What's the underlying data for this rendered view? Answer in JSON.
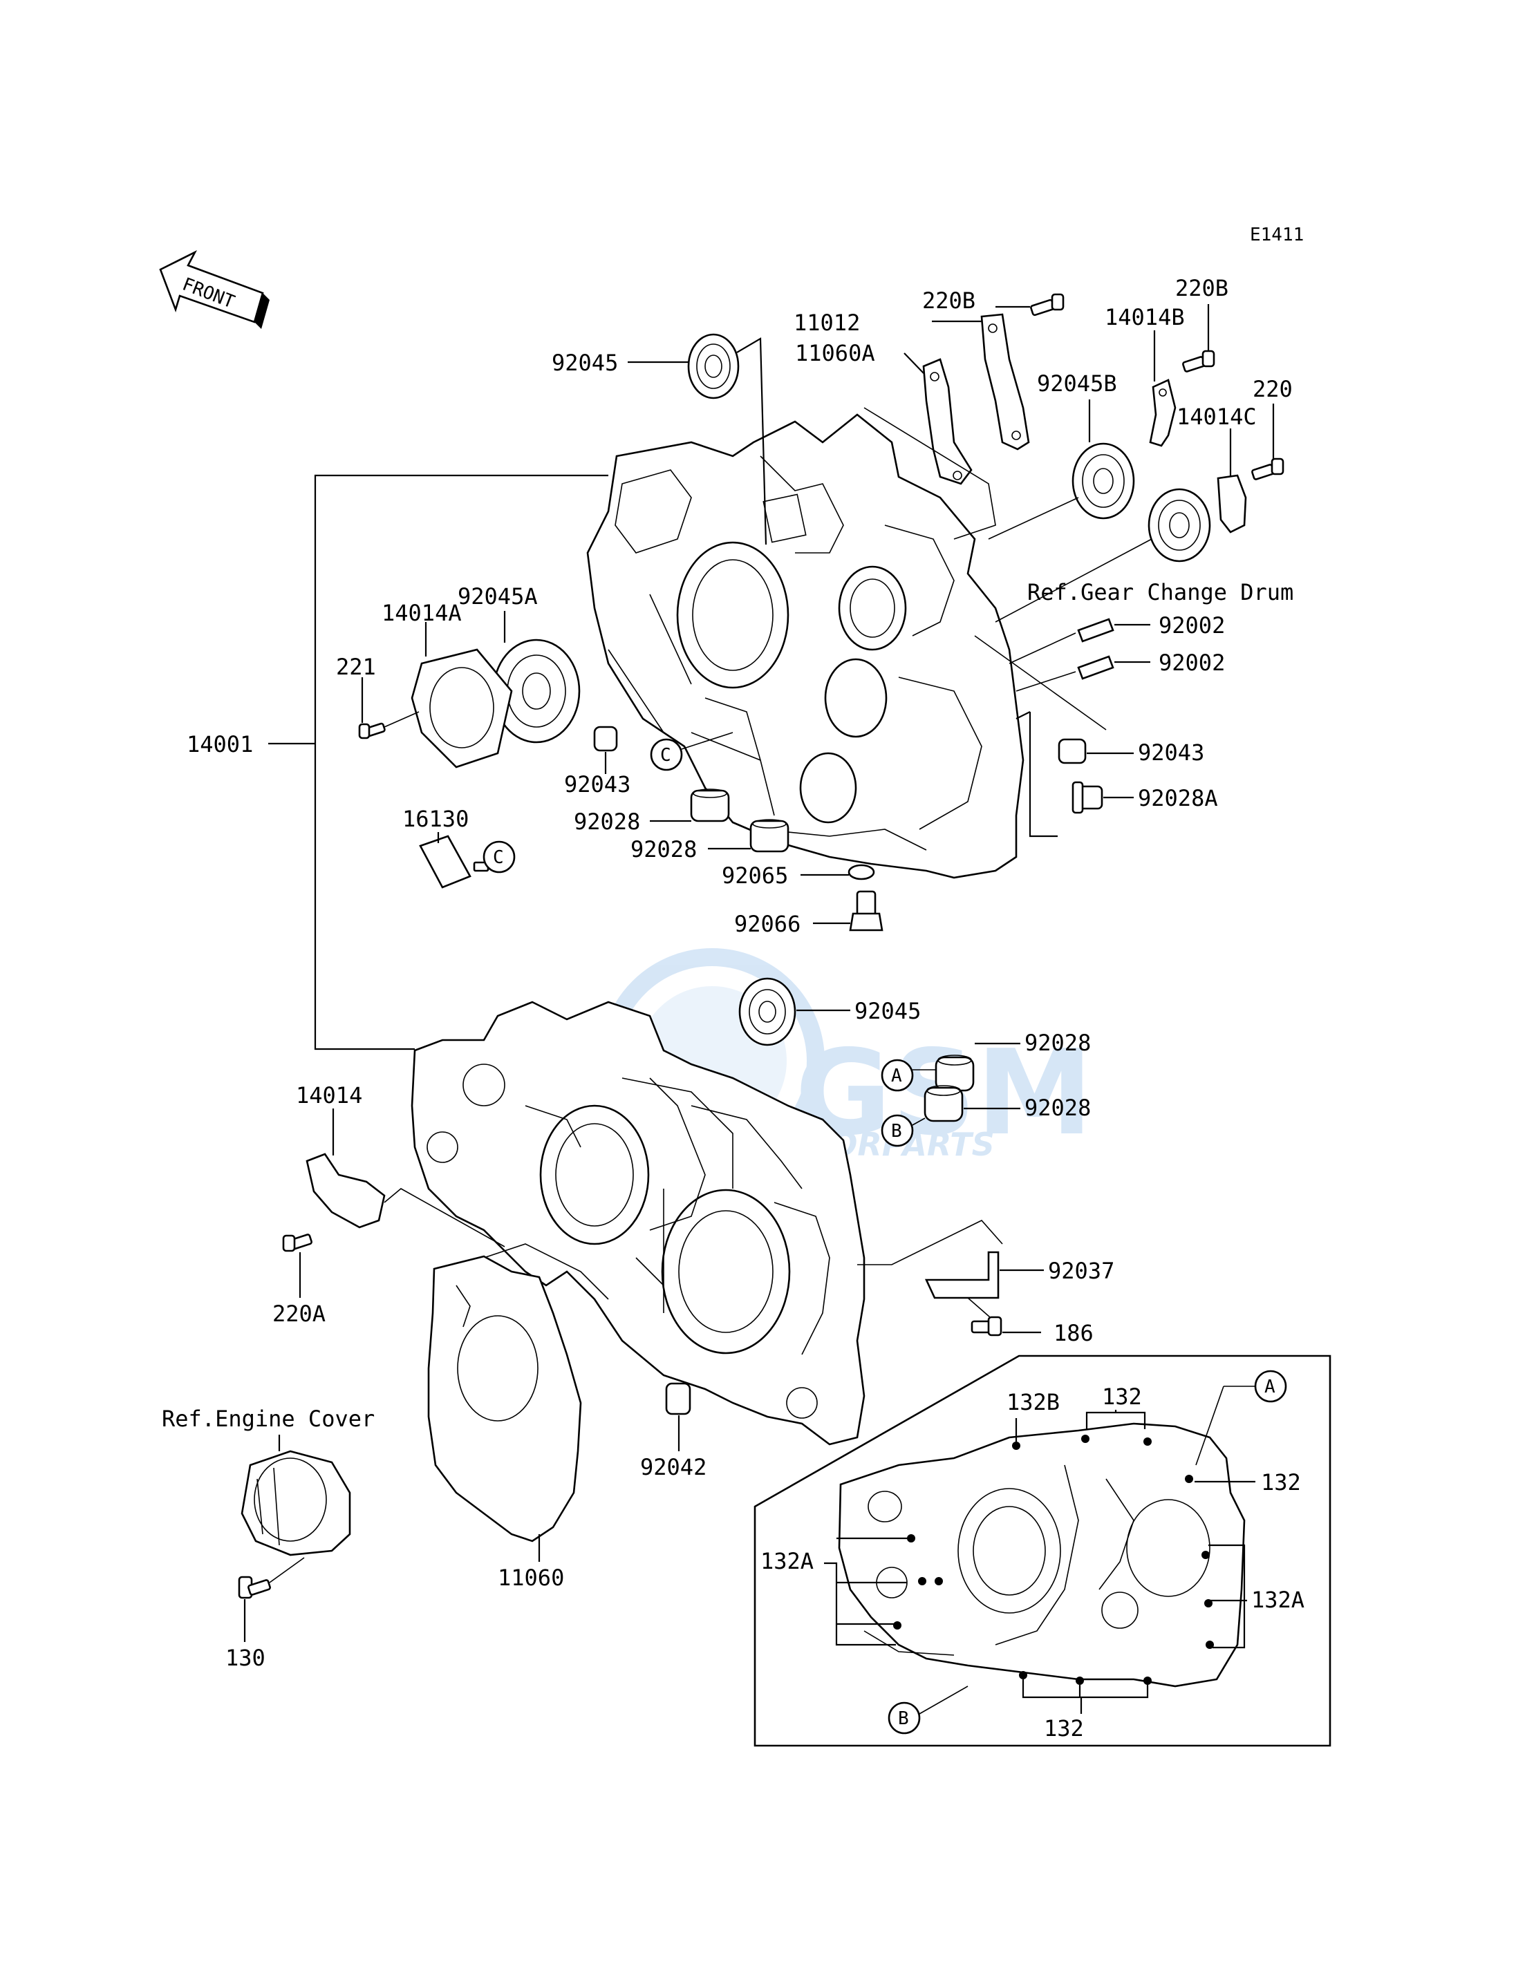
{
  "diagram_code": "E1411",
  "front_arrow_text": "FRONT",
  "watermark": {
    "brand": "GSM",
    "sub": "MOTORPARTS",
    "color": "#4a90d9"
  },
  "labels": {
    "p92045_top": "92045",
    "p11012": "11012",
    "p220B_a": "220B",
    "p11060A": "11060A",
    "p220B_b": "220B",
    "p14014B": "14014B",
    "p92045B": "92045B",
    "p220": "220",
    "p14014C": "14014C",
    "ref_gear": "Ref.Gear Change Drum",
    "p92002_a": "92002",
    "p92002_b": "92002",
    "p92045A": "92045A",
    "p14014A": "14014A",
    "p221": "221",
    "p14001": "14001",
    "p92043_l": "92043",
    "p92043_r": "92043",
    "p92028A": "92028A",
    "p92028_a": "92028",
    "p92028_b": "92028",
    "p92065": "92065",
    "p92066": "92066",
    "p16130": "16130",
    "p92045_mid": "92045",
    "p92028_c": "92028",
    "p92028_d": "92028",
    "p14014": "14014",
    "p220A": "220A",
    "p92037": "92037",
    "p186": "186",
    "ref_engine": "Ref.Engine Cover",
    "p92042": "92042",
    "p11060": "11060",
    "p130": "130",
    "p132B": "132B",
    "p132_top": "132",
    "p132_right": "132",
    "p132A_left": "132A",
    "p132A_right": "132A",
    "p132_bottom": "132"
  },
  "callouts": {
    "A": "A",
    "B": "B",
    "C": "C"
  }
}
